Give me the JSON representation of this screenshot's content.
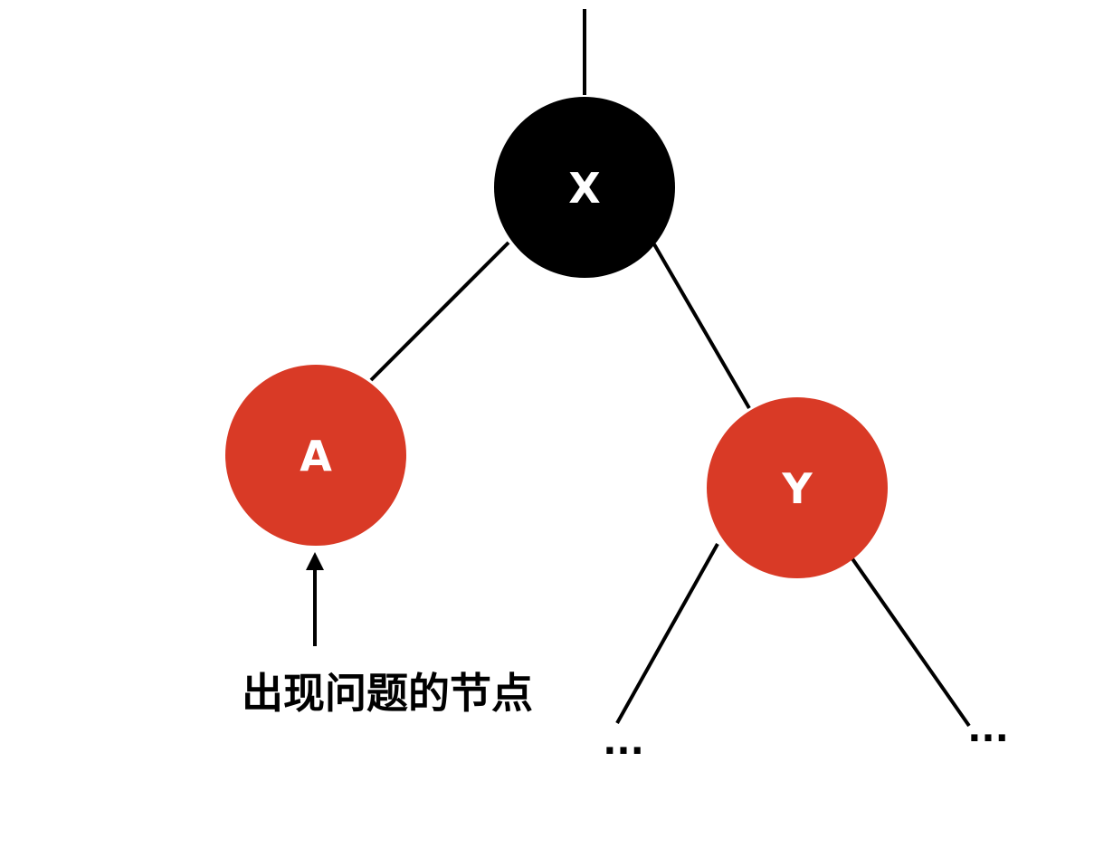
{
  "nodes": {
    "x": {
      "label": "X",
      "color": "#000000"
    },
    "a": {
      "label": "A",
      "color": "#d93a26"
    },
    "y": {
      "label": "Y",
      "color": "#d93a26"
    }
  },
  "annotation": {
    "text": "出现问题的节点"
  },
  "subtree_markers": {
    "left": "...",
    "right": "..."
  }
}
